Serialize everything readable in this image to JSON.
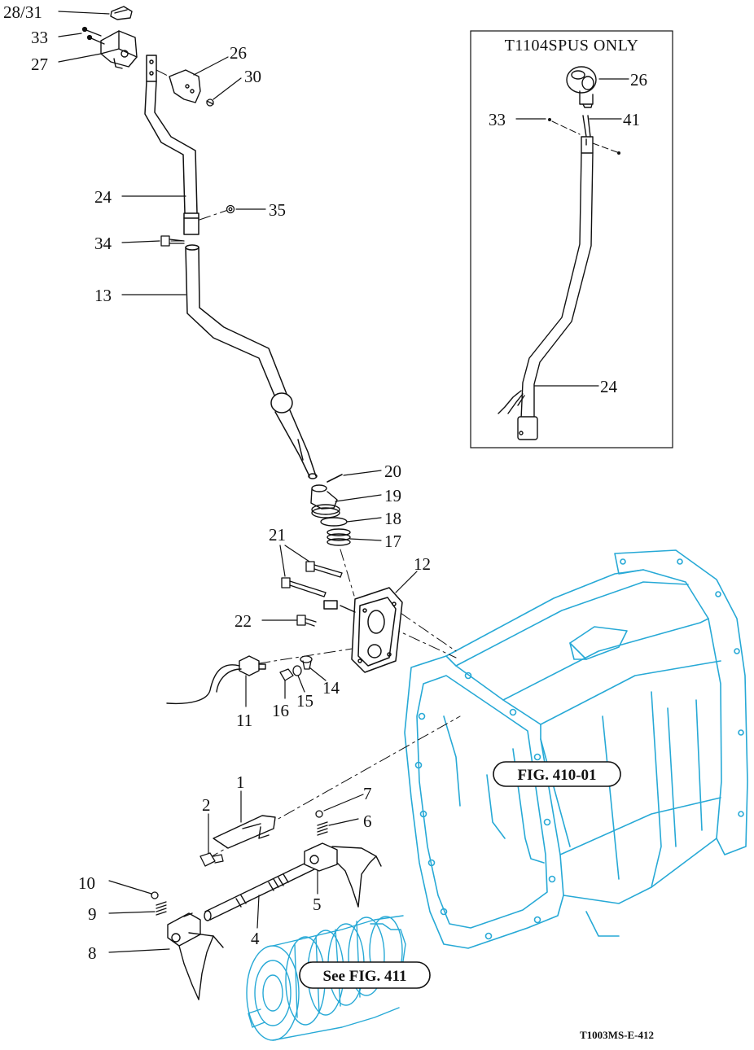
{
  "inset": {
    "title": "T1104SPUS ONLY"
  },
  "labels": {
    "l28_31": "28/31",
    "l33": "33",
    "l27": "27",
    "l26": "26",
    "l30": "30",
    "l24": "24",
    "l35": "35",
    "l34": "34",
    "l13": "13",
    "l20": "20",
    "l19": "19",
    "l18": "18",
    "l17": "17",
    "l21": "21",
    "l12": "12",
    "l22": "22",
    "l14": "14",
    "l15": "15",
    "l16": "16",
    "l11": "11",
    "l1": "1",
    "l2": "2",
    "l7": "7",
    "l6": "6",
    "l5": "5",
    "l4": "4",
    "l10": "10",
    "l9": "9",
    "l8": "8",
    "in26": "26",
    "in33": "33",
    "in41": "41",
    "in24": "24"
  },
  "refs": {
    "fig410": "FIG. 410-01",
    "fig411": "See FIG. 411"
  },
  "drawing_code": "T1003MS-E-412",
  "colors": {
    "ink": "#111111",
    "housing": "#27a9d6"
  }
}
